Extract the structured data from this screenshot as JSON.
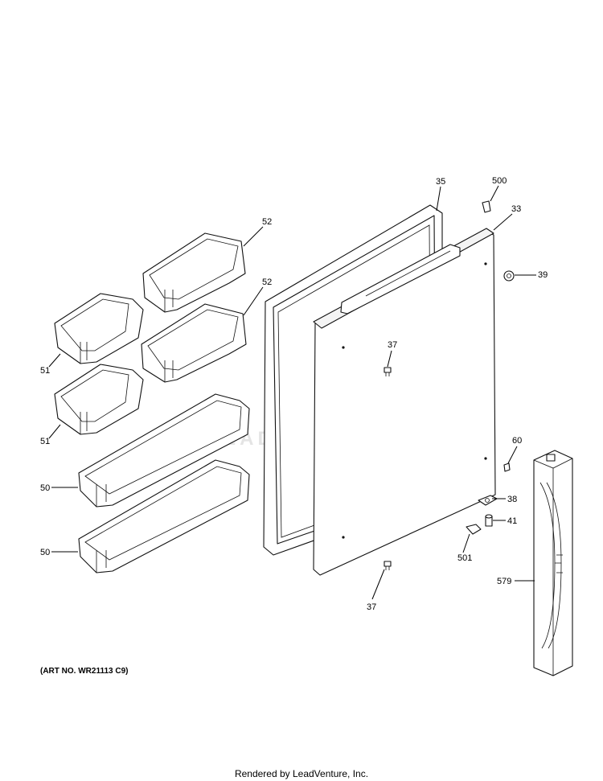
{
  "diagram": {
    "callouts": {
      "c35": "35",
      "c500": "500",
      "c33": "33",
      "c52a": "52",
      "c52b": "52",
      "c39": "39",
      "c37a": "37",
      "c51a": "51",
      "c51b": "51",
      "c60": "60",
      "c50a": "50",
      "c50b": "50",
      "c38": "38",
      "c41": "41",
      "c501": "501",
      "c579": "579",
      "c37b": "37"
    },
    "watermark": "LEADVENTURE",
    "art_number": "(ART NO. WR21113 C9)"
  },
  "footer": {
    "rendered_by": "Rendered by LeadVenture, Inc."
  }
}
